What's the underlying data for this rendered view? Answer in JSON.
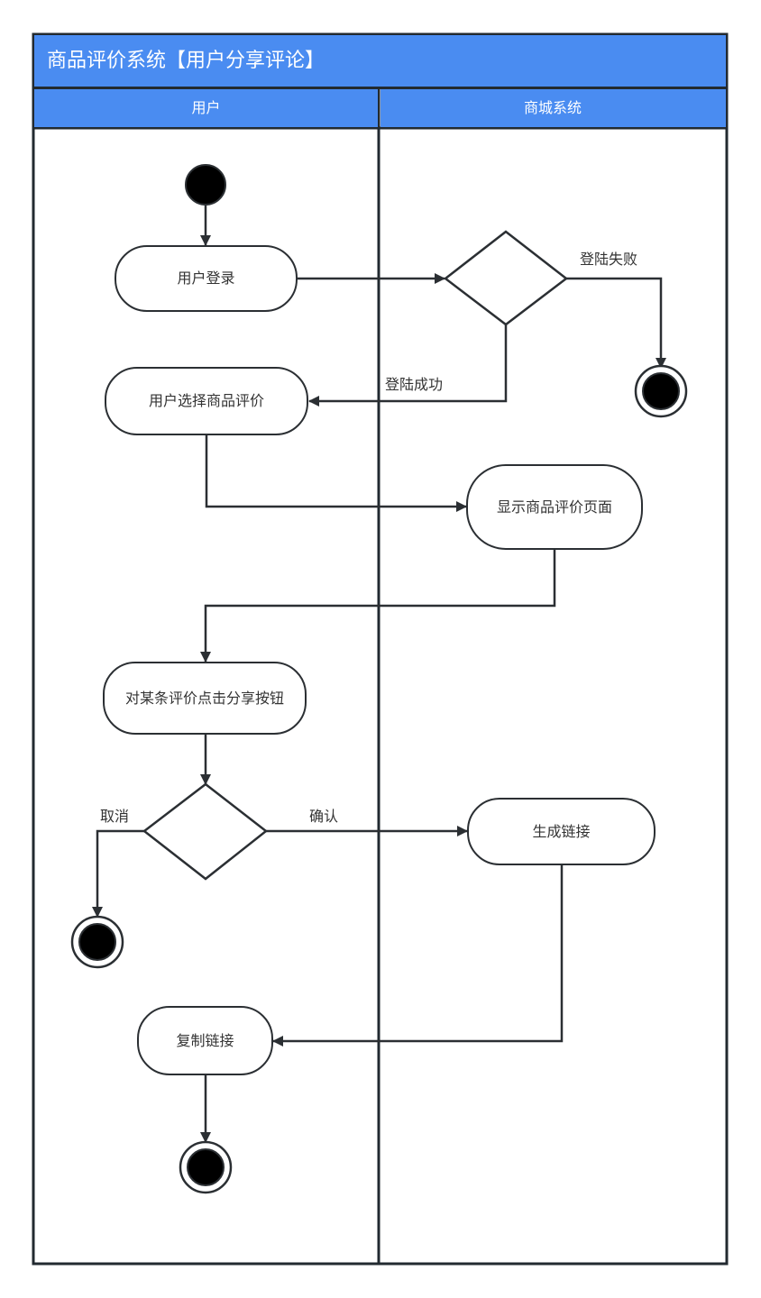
{
  "diagram": {
    "title": "商品评价系统【用户分享评论】",
    "colors": {
      "header": "#4a8cf1",
      "stroke": "#2b2f33",
      "text": "#333333",
      "node_fill": "#ffffff"
    },
    "lanes": [
      {
        "id": "user",
        "label": "用户"
      },
      {
        "id": "system",
        "label": "商城系统"
      }
    ],
    "nodes": [
      {
        "id": "start",
        "type": "initial",
        "lane": "user"
      },
      {
        "id": "login",
        "type": "action",
        "lane": "user",
        "label": "用户登录"
      },
      {
        "id": "d1",
        "type": "decision",
        "lane": "system"
      },
      {
        "id": "end1",
        "type": "final",
        "lane": "system"
      },
      {
        "id": "select",
        "type": "action",
        "lane": "user",
        "label": "用户选择商品评价"
      },
      {
        "id": "show",
        "type": "action",
        "lane": "system",
        "label": "显示商品评价页面"
      },
      {
        "id": "share",
        "type": "action",
        "lane": "user",
        "label": "对某条评价点击分享按钮"
      },
      {
        "id": "d2",
        "type": "decision",
        "lane": "user"
      },
      {
        "id": "end2",
        "type": "final",
        "lane": "user"
      },
      {
        "id": "gen",
        "type": "action",
        "lane": "system",
        "label": "生成链接"
      },
      {
        "id": "copy",
        "type": "action",
        "lane": "user",
        "label": "复制链接"
      },
      {
        "id": "end3",
        "type": "final",
        "lane": "user"
      }
    ],
    "edges": [
      {
        "from": "start",
        "to": "login",
        "label": ""
      },
      {
        "from": "login",
        "to": "d1",
        "label": ""
      },
      {
        "from": "d1",
        "to": "end1",
        "label": "登陆失败"
      },
      {
        "from": "d1",
        "to": "select",
        "label": "登陆成功"
      },
      {
        "from": "select",
        "to": "show",
        "label": ""
      },
      {
        "from": "show",
        "to": "share",
        "label": ""
      },
      {
        "from": "share",
        "to": "d2",
        "label": ""
      },
      {
        "from": "d2",
        "to": "end2",
        "label": "取消"
      },
      {
        "from": "d2",
        "to": "gen",
        "label": "确认"
      },
      {
        "from": "gen",
        "to": "copy",
        "label": ""
      },
      {
        "from": "copy",
        "to": "end3",
        "label": ""
      }
    ]
  }
}
